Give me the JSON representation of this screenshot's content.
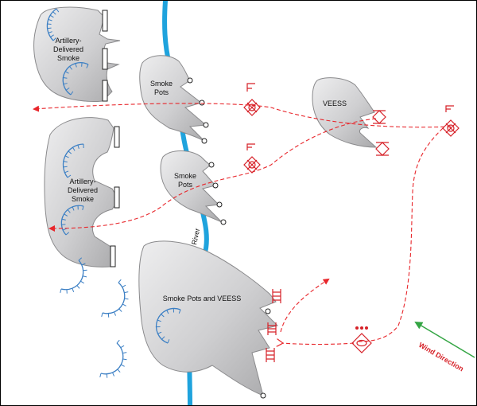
{
  "labels": {
    "artillery_1_line1": "Artillery-",
    "artillery_1_line2": "Delivered",
    "artillery_1_line3": "Smoke",
    "artillery_2_line1": "Artillery-",
    "artillery_2_line2": "Delivered",
    "artillery_2_line3": "Smoke",
    "smoke_pots_1_line1": "Smoke",
    "smoke_pots_1_line2": "Pots",
    "smoke_pots_2_line1": "Smoke",
    "smoke_pots_2_line2": "Pots",
    "veess": "VEESS",
    "smoke_pots_and_veess": "Smoke Pots and VEESS",
    "river": "River",
    "wind_direction": "Wind Direction"
  },
  "colors": {
    "cloud_fill": "#c8c8ca",
    "cloud_stroke": "#8a8a8c",
    "river": "#1fa3dd",
    "route": "#e8262b",
    "symbol": "#d62027",
    "burst": "#3b7fc4",
    "wind_arrow": "#34a544"
  }
}
